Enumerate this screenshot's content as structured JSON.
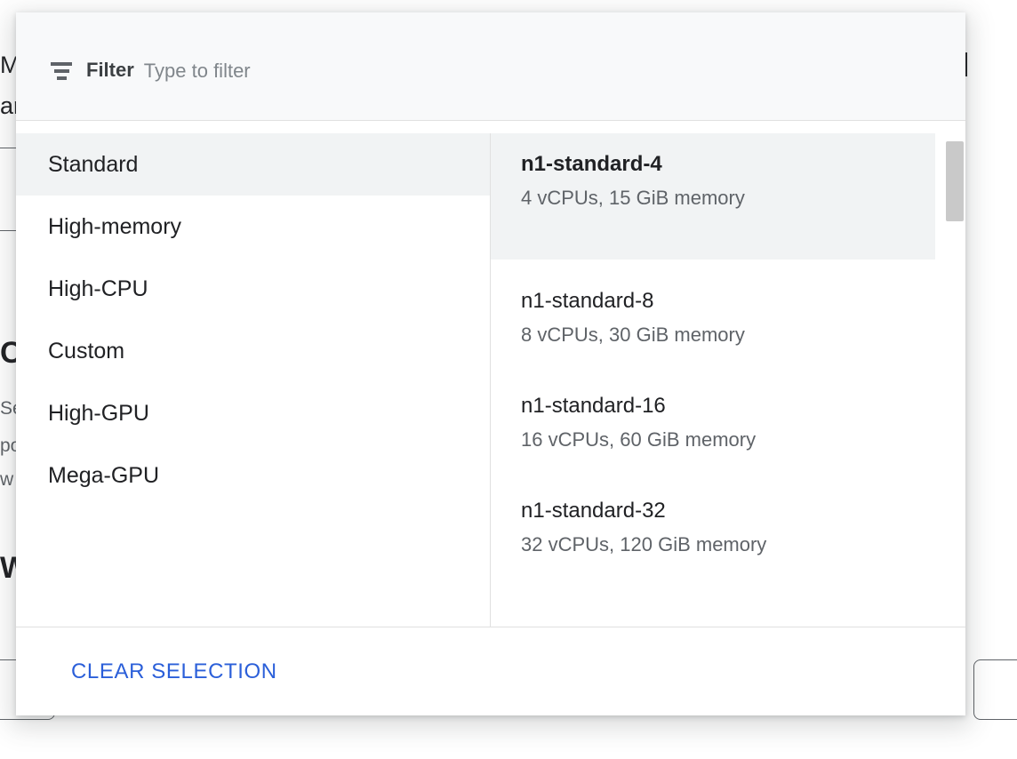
{
  "background": {
    "fragment_label_m": "M",
    "fragment_label_ar": "ar",
    "fragment_heading_c": "C",
    "fragment_body_se": "Se",
    "fragment_body_po": "po",
    "fragment_body_w": "w",
    "fragment_heading_w": "W"
  },
  "overlay": {
    "filter": {
      "icon": "filter-icon",
      "label": "Filter",
      "value": "",
      "placeholder": "Type to filter"
    },
    "categories": [
      {
        "label": "Standard",
        "selected": true
      },
      {
        "label": "High-memory",
        "selected": false
      },
      {
        "label": "High-CPU",
        "selected": false
      },
      {
        "label": "Custom",
        "selected": false
      },
      {
        "label": "High-GPU",
        "selected": false
      },
      {
        "label": "Mega-GPU",
        "selected": false
      }
    ],
    "machine_types": [
      {
        "name": "n1-standard-4",
        "specs": "4 vCPUs, 15 GiB memory",
        "selected": true
      },
      {
        "name": "n1-standard-8",
        "specs": "8 vCPUs, 30 GiB memory",
        "selected": false
      },
      {
        "name": "n1-standard-16",
        "specs": "16 vCPUs, 60 GiB memory",
        "selected": false
      },
      {
        "name": "n1-standard-32",
        "specs": "32 vCPUs, 120 GiB memory",
        "selected": false
      }
    ],
    "footer": {
      "clear_selection_label": "CLEAR SELECTION"
    },
    "colors": {
      "accent_link": "#2b5fd9",
      "selected_row_background": "#f1f3f4",
      "header_background": "#f8f9fa",
      "primary_text": "#202124",
      "secondary_text": "#5f6368",
      "divider": "#e0e0e0",
      "scrollbar_thumb": "#c9c9c9"
    }
  }
}
